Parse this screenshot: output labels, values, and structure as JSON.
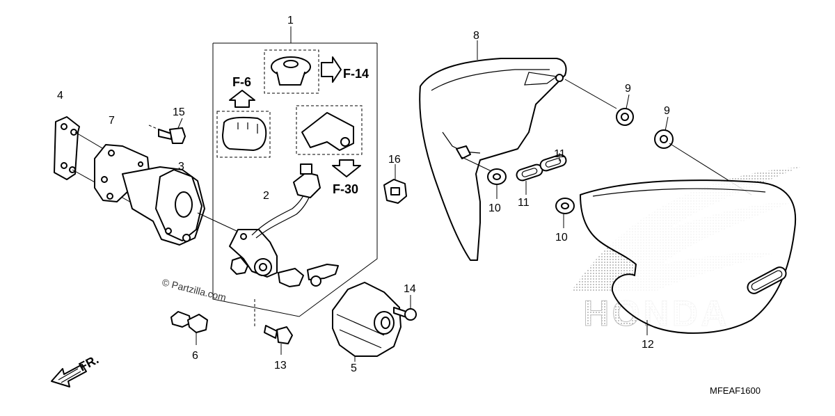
{
  "labels": {
    "l1": "1",
    "l2": "2",
    "l3": "3",
    "l4": "4",
    "l5": "5",
    "l6": "6",
    "l7": "7",
    "l8": "8",
    "l9a": "9",
    "l9b": "9",
    "l10a": "10",
    "l10b": "10",
    "l11a": "11",
    "l11b": "11",
    "l12": "12",
    "l13": "13",
    "l14": "14",
    "l15": "15",
    "l16": "16"
  },
  "refs": {
    "f6": "F-6",
    "f14": "F-14",
    "f30": "F-30"
  },
  "direction": "FR.",
  "watermark": "© Partzilla.com",
  "brand": "HONDA",
  "diagram_code": "MFEAF1600"
}
